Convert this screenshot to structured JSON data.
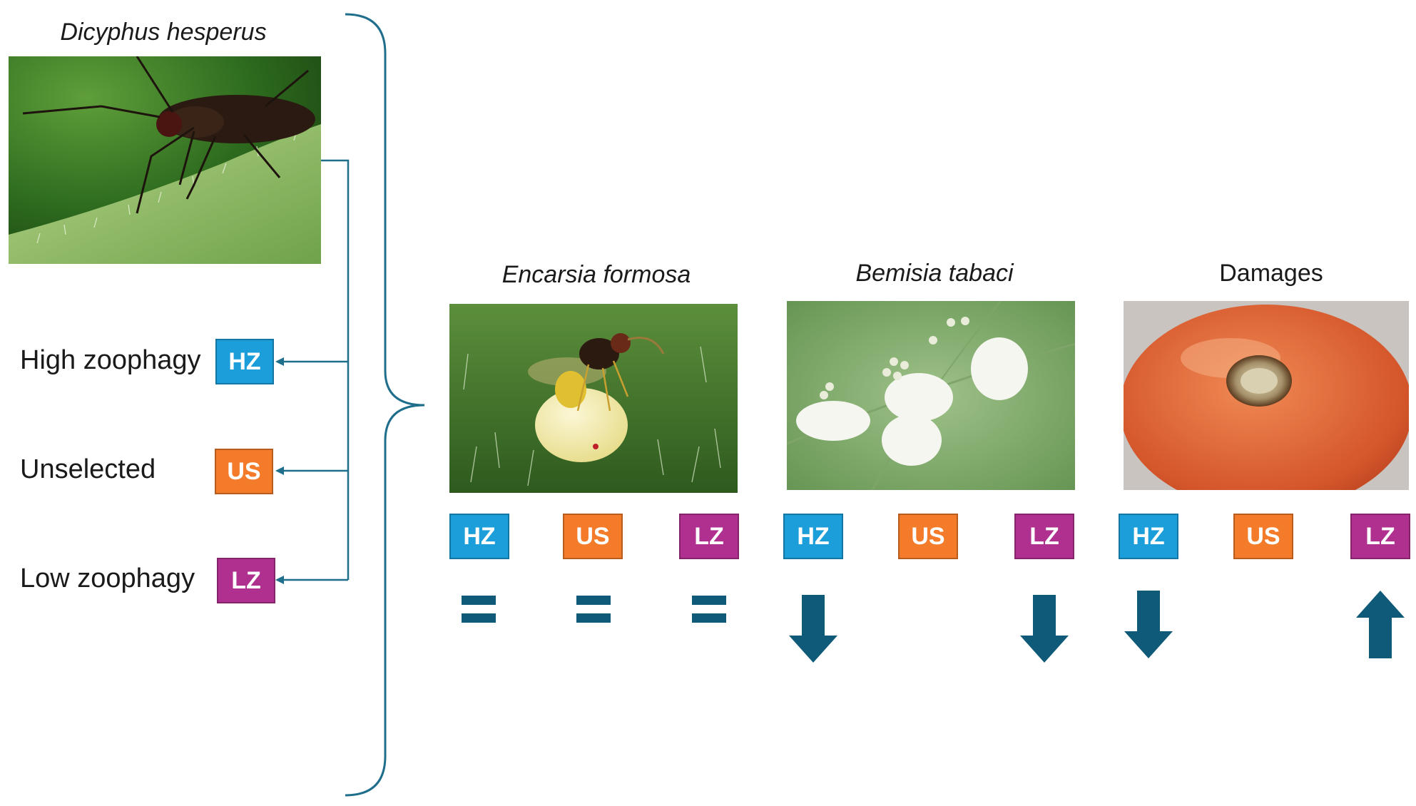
{
  "predator": {
    "species": "Dicyphus hesperus",
    "photo_icon": "mirid-bug-photo"
  },
  "legend": [
    {
      "label": "High zoophagy",
      "code": "HZ",
      "color": "#1B9ED9"
    },
    {
      "label": "Unselected",
      "code": "US",
      "color": "#F47B2A"
    },
    {
      "label": "Low zoophagy",
      "code": "LZ",
      "color": "#B0308F"
    }
  ],
  "groups": [
    {
      "title": "Encarsia formosa",
      "title_style": "italic",
      "photo_icon": "parasitoid-wasp-photo",
      "effects": [
        {
          "code": "HZ",
          "effect": "equal"
        },
        {
          "code": "US",
          "effect": "equal"
        },
        {
          "code": "LZ",
          "effect": "equal"
        }
      ]
    },
    {
      "title": "Bemisia tabaci",
      "title_style": "italic",
      "photo_icon": "whitefly-photo",
      "effects": [
        {
          "code": "HZ",
          "effect": "decrease"
        },
        {
          "code": "US",
          "effect": "none"
        },
        {
          "code": "LZ",
          "effect": "decrease"
        }
      ]
    },
    {
      "title": "Damages",
      "title_style": "normal",
      "photo_icon": "damaged-tomato-photo",
      "effects": [
        {
          "code": "HZ",
          "effect": "decrease"
        },
        {
          "code": "US",
          "effect": "none"
        },
        {
          "code": "LZ",
          "effect": "increase"
        }
      ]
    }
  ],
  "colors": {
    "connector": "#1F6E8C",
    "effect_arrow": "#0E5A78"
  }
}
